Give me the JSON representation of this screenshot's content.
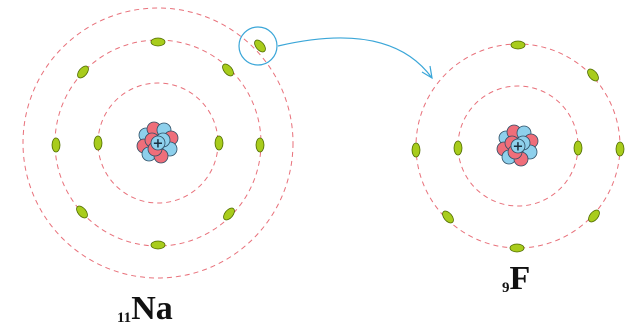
{
  "atoms": [
    {
      "id": "na",
      "atomic_number": "11",
      "symbol": "Na",
      "shell_electrons": [
        2,
        8,
        1
      ]
    },
    {
      "id": "f",
      "atomic_number": "9",
      "symbol": "F",
      "shell_electrons": [
        2,
        7
      ]
    }
  ],
  "nucleus_sign": "+",
  "colors": {
    "orbit": "#e8707a",
    "electron_fill": "#a8cc1c",
    "electron_stroke": "#4e6a00",
    "proton": "#ef6e7a",
    "neutron": "#8ed0ec",
    "nucleon_stroke": "#2f4f66",
    "transfer_arrow": "#3aa6d8",
    "highlight_circle": "#3aa6d8"
  }
}
